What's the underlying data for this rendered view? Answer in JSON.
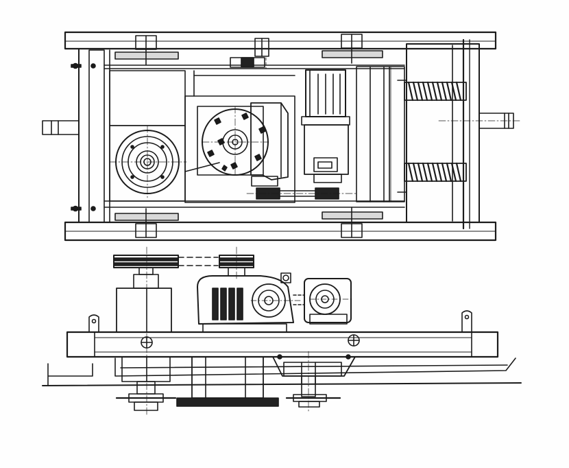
{
  "drawing": {
    "views": [
      {
        "id": "plan-view",
        "kind": "top view of drive unit"
      },
      {
        "id": "elevation-view",
        "kind": "side view of drive unit"
      }
    ],
    "components": [
      "frame-rail",
      "wheel-pulley",
      "gear-reducer",
      "electric-motor",
      "spring-coil",
      "v-belt-pulley",
      "base-beam",
      "sheave-block",
      "coupling"
    ],
    "colors": {
      "ink": "#1b1b1b",
      "paper": "#fefefe",
      "fill_dark": "#222222"
    }
  }
}
